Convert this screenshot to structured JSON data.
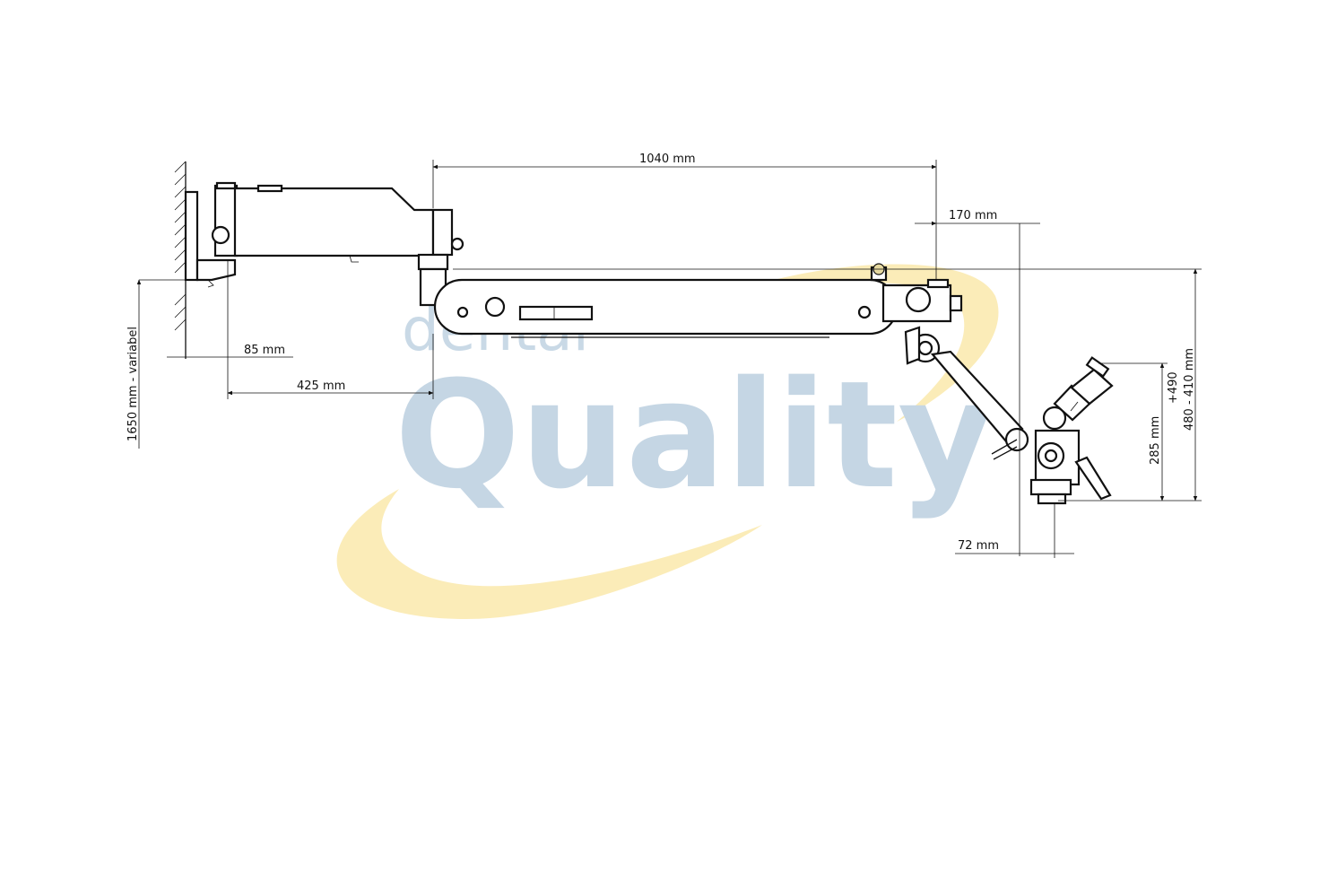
{
  "watermark": {
    "line1": "dental",
    "line2": "Quality",
    "swoosh_color": "#fbeab0",
    "text_color": "#c5d6e4"
  },
  "dimensions": {
    "arm_length": "1040 mm",
    "head_offset": "170 mm",
    "wall_offset": "85 mm",
    "mount_depth": "425 mm",
    "mount_height": "1650 mm - variabel",
    "vertical_travel_top": "+490",
    "vertical_travel_range": "480 - 410 mm",
    "head_height": "285 mm",
    "head_width": "72 mm"
  }
}
